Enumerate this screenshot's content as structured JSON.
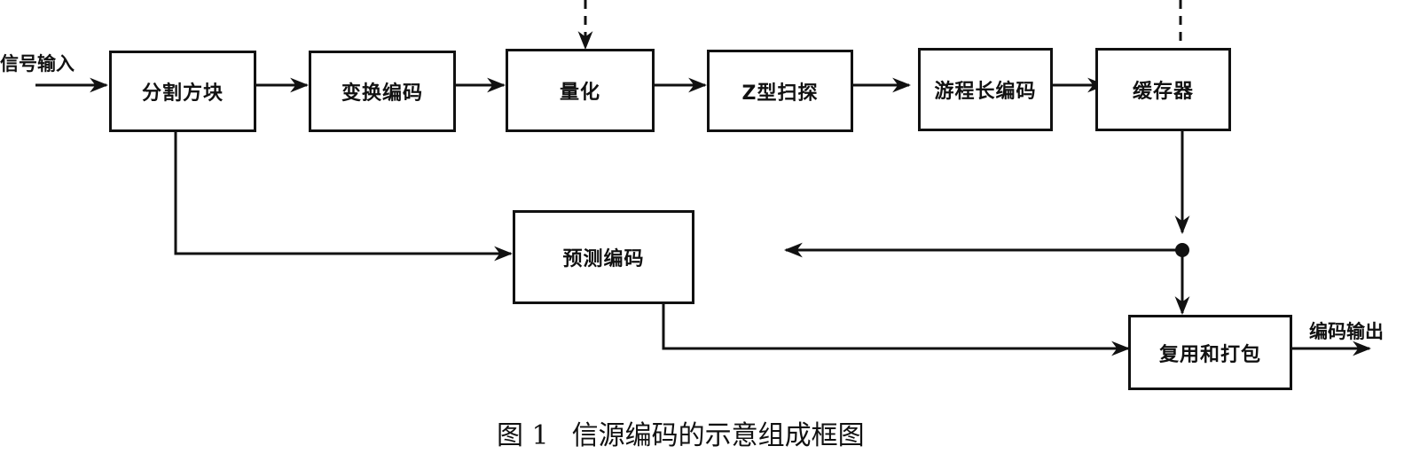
{
  "diagram": {
    "input_label": "信号输入",
    "output_label": "编码输出",
    "blocks": {
      "partition": "分割方块",
      "transform": "变换编码",
      "quantize": "量化",
      "zscan": "Z型扫探",
      "rle": "游程长编码",
      "buffer": "缓存器",
      "predict": "预测编码",
      "mux": "复用和打包"
    },
    "edges": [
      {
        "from": "input",
        "to": "partition"
      },
      {
        "from": "partition",
        "to": "transform"
      },
      {
        "from": "transform",
        "to": "quantize"
      },
      {
        "from": "quantize",
        "to": "zscan"
      },
      {
        "from": "zscan",
        "to": "rle"
      },
      {
        "from": "rle",
        "to": "buffer"
      },
      {
        "from": "partition",
        "to": "predict"
      },
      {
        "from": "buffer",
        "to": "junction"
      },
      {
        "from": "junction",
        "to": "predict"
      },
      {
        "from": "junction",
        "to": "mux"
      },
      {
        "from": "predict",
        "to": "mux"
      },
      {
        "from": "mux",
        "to": "output"
      },
      {
        "from": "external-control",
        "to": "quantize",
        "style": "dashed"
      },
      {
        "from": "external-control",
        "to": "buffer",
        "style": "dashed"
      }
    ]
  },
  "caption": {
    "figure_number": "图 1",
    "title": "信源编码的示意组成框图"
  }
}
